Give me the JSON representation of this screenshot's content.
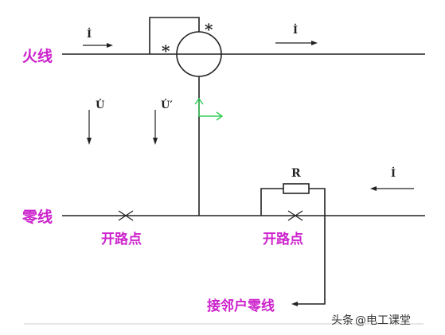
{
  "labels": {
    "live_wire": "火线",
    "neutral_wire": "零线",
    "open_point_left": "开路点",
    "open_point_right": "开路点",
    "neighbor_neutral": "接邻户零线",
    "resistor": "R",
    "current_left": "İ",
    "current_right_top": "İ",
    "current_right_bottom": "İ",
    "voltage_u": "U̇",
    "voltage_u_prime": "U̇′",
    "meter_star_left": "*",
    "meter_star_right": "*"
  },
  "watermark": {
    "source": "头条",
    "handle": "@电工课堂"
  },
  "colors": {
    "label": "#cc22cc",
    "wire": "#222222",
    "green_axis": "#33cc55"
  }
}
